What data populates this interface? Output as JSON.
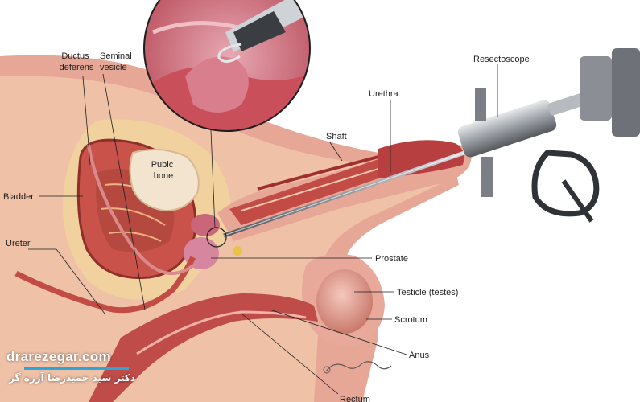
{
  "labels": {
    "ductus_deferens": [
      "Ductus",
      "deferens"
    ],
    "seminal_vesicle": [
      "Seminal",
      "vesicle"
    ],
    "resectoscope": "Resectoscope",
    "urethra": "Urethra",
    "shaft": "Shaft",
    "pubic_bone": [
      "Pubic",
      "bone"
    ],
    "bladder": "Bladder",
    "ureter": "Ureter",
    "prostate": "Prostate",
    "testicle": "Testicle (testes)",
    "scrotum": "Scrotum",
    "anus": "Anus",
    "rectum": "Rectum"
  },
  "watermark": {
    "site": "drarezegar.com",
    "name": "دکتر سید حمیدرضا آرزه گر"
  },
  "colors": {
    "tissue": "#e7a796",
    "flesh": "#c9524a",
    "deep_red": "#a52a2a",
    "fat": "#f1d49c",
    "bone": "#f3e4cf",
    "metal": "#9a9fa5",
    "accent": "#2aa7d8"
  }
}
